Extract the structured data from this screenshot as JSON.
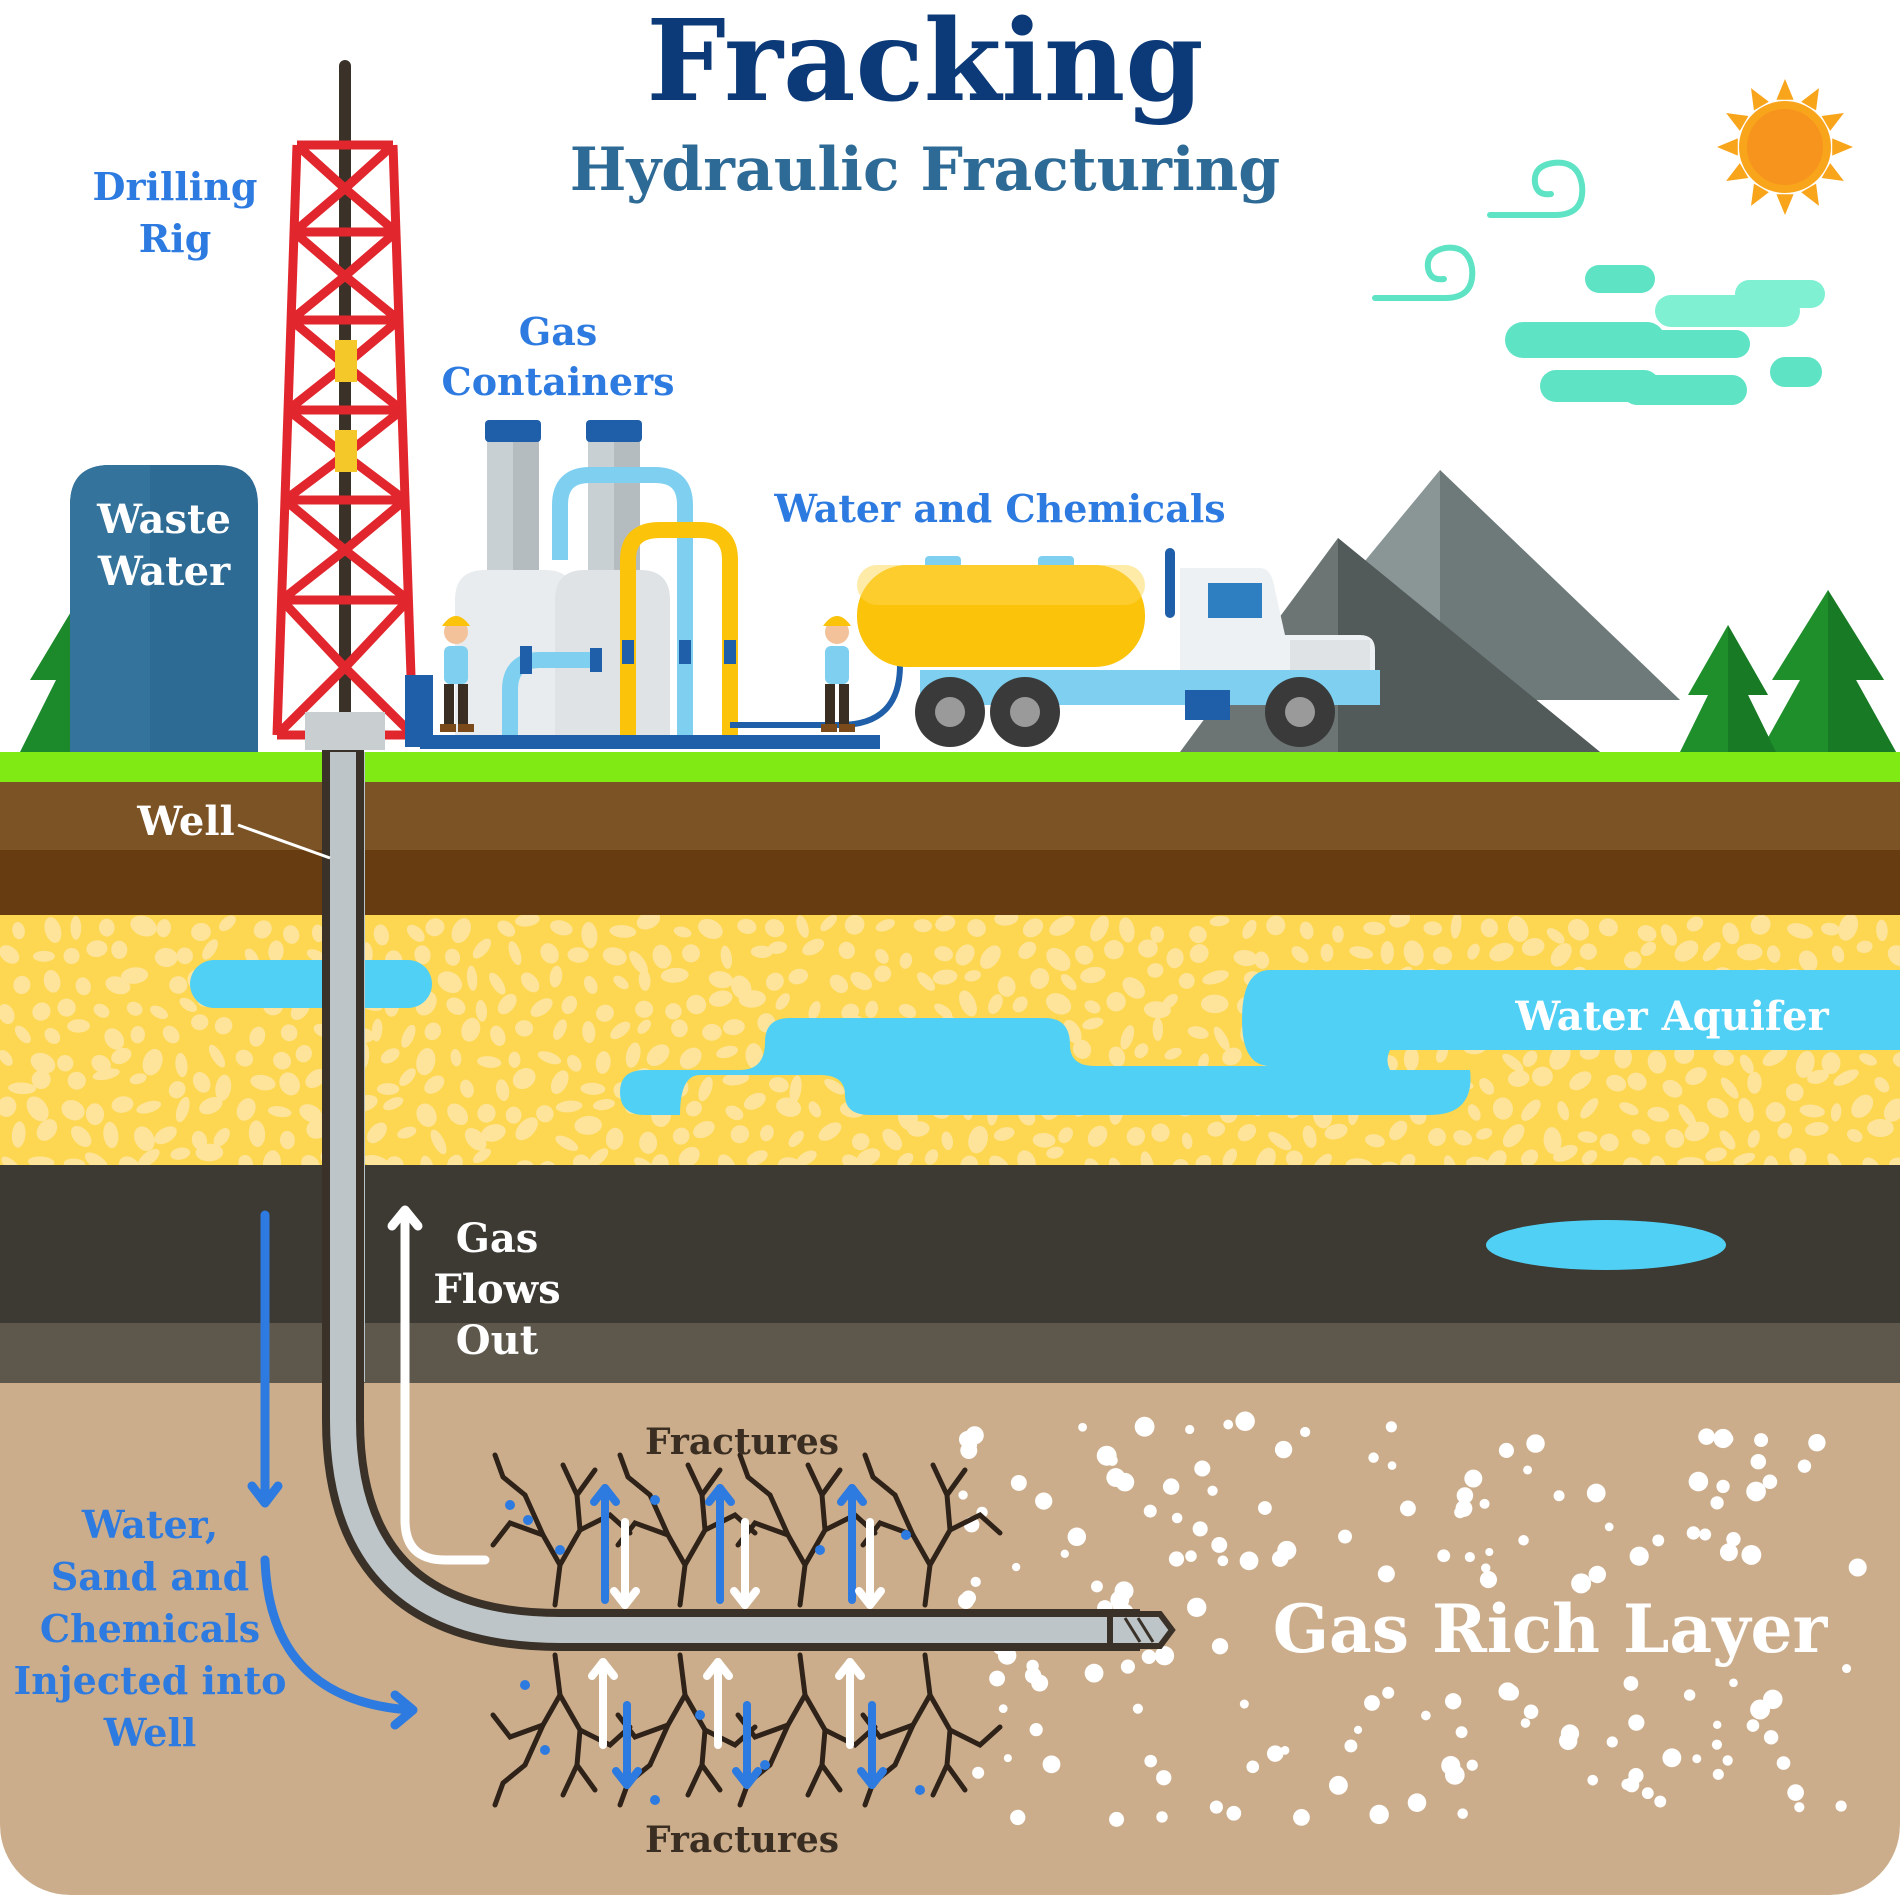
{
  "title": "Fracking",
  "subtitle": "Hydraulic Fracturing",
  "labels": {
    "drilling_rig": [
      "Drilling",
      "Rig"
    ],
    "gas_containers": [
      "Gas",
      "Containers"
    ],
    "water_and_chemicals": "Water and Chemicals",
    "waste_water": [
      "Waste",
      "Water"
    ],
    "well": "Well",
    "water_aquifer": "Water Aquifer",
    "gas_flows_out": [
      "Gas",
      "Flows",
      "Out"
    ],
    "fractures_top": "Fractures",
    "fractures_bottom": "Fractures",
    "gas_rich_layer": "Gas Rich Layer",
    "injected": [
      "Water,",
      "Sand and",
      "Chemicals",
      "Injected into",
      "Well"
    ]
  },
  "colors": {
    "title": "#0c3a78",
    "subtitle": "#2e6a96",
    "label_blue": "#2d7be0",
    "grass": "#7fea14",
    "soil_top": "#7b5325",
    "soil_dark": "#663c10",
    "sand": "#fdd752",
    "aquifer": "#51d0f5",
    "rock_dark": "#3d3933",
    "rock_mid": "#5e574c",
    "gas_layer": "#ccad8b",
    "rig_red": "#e1272d",
    "tank_yellow": "#fcc30b",
    "tree_green": "#1f8f2c",
    "mountain_grey": "#6e7a7a",
    "sun_orange": "#f9a51b",
    "cloud_teal": "#5ee3c4"
  },
  "icons": [
    "sun-icon",
    "wind-swirl-icon",
    "cloud-icon",
    "tree-icon",
    "mountain-icon",
    "worker-icon",
    "truck-icon",
    "drill-bit-icon",
    "arrow-up-icon",
    "arrow-down-icon"
  ]
}
